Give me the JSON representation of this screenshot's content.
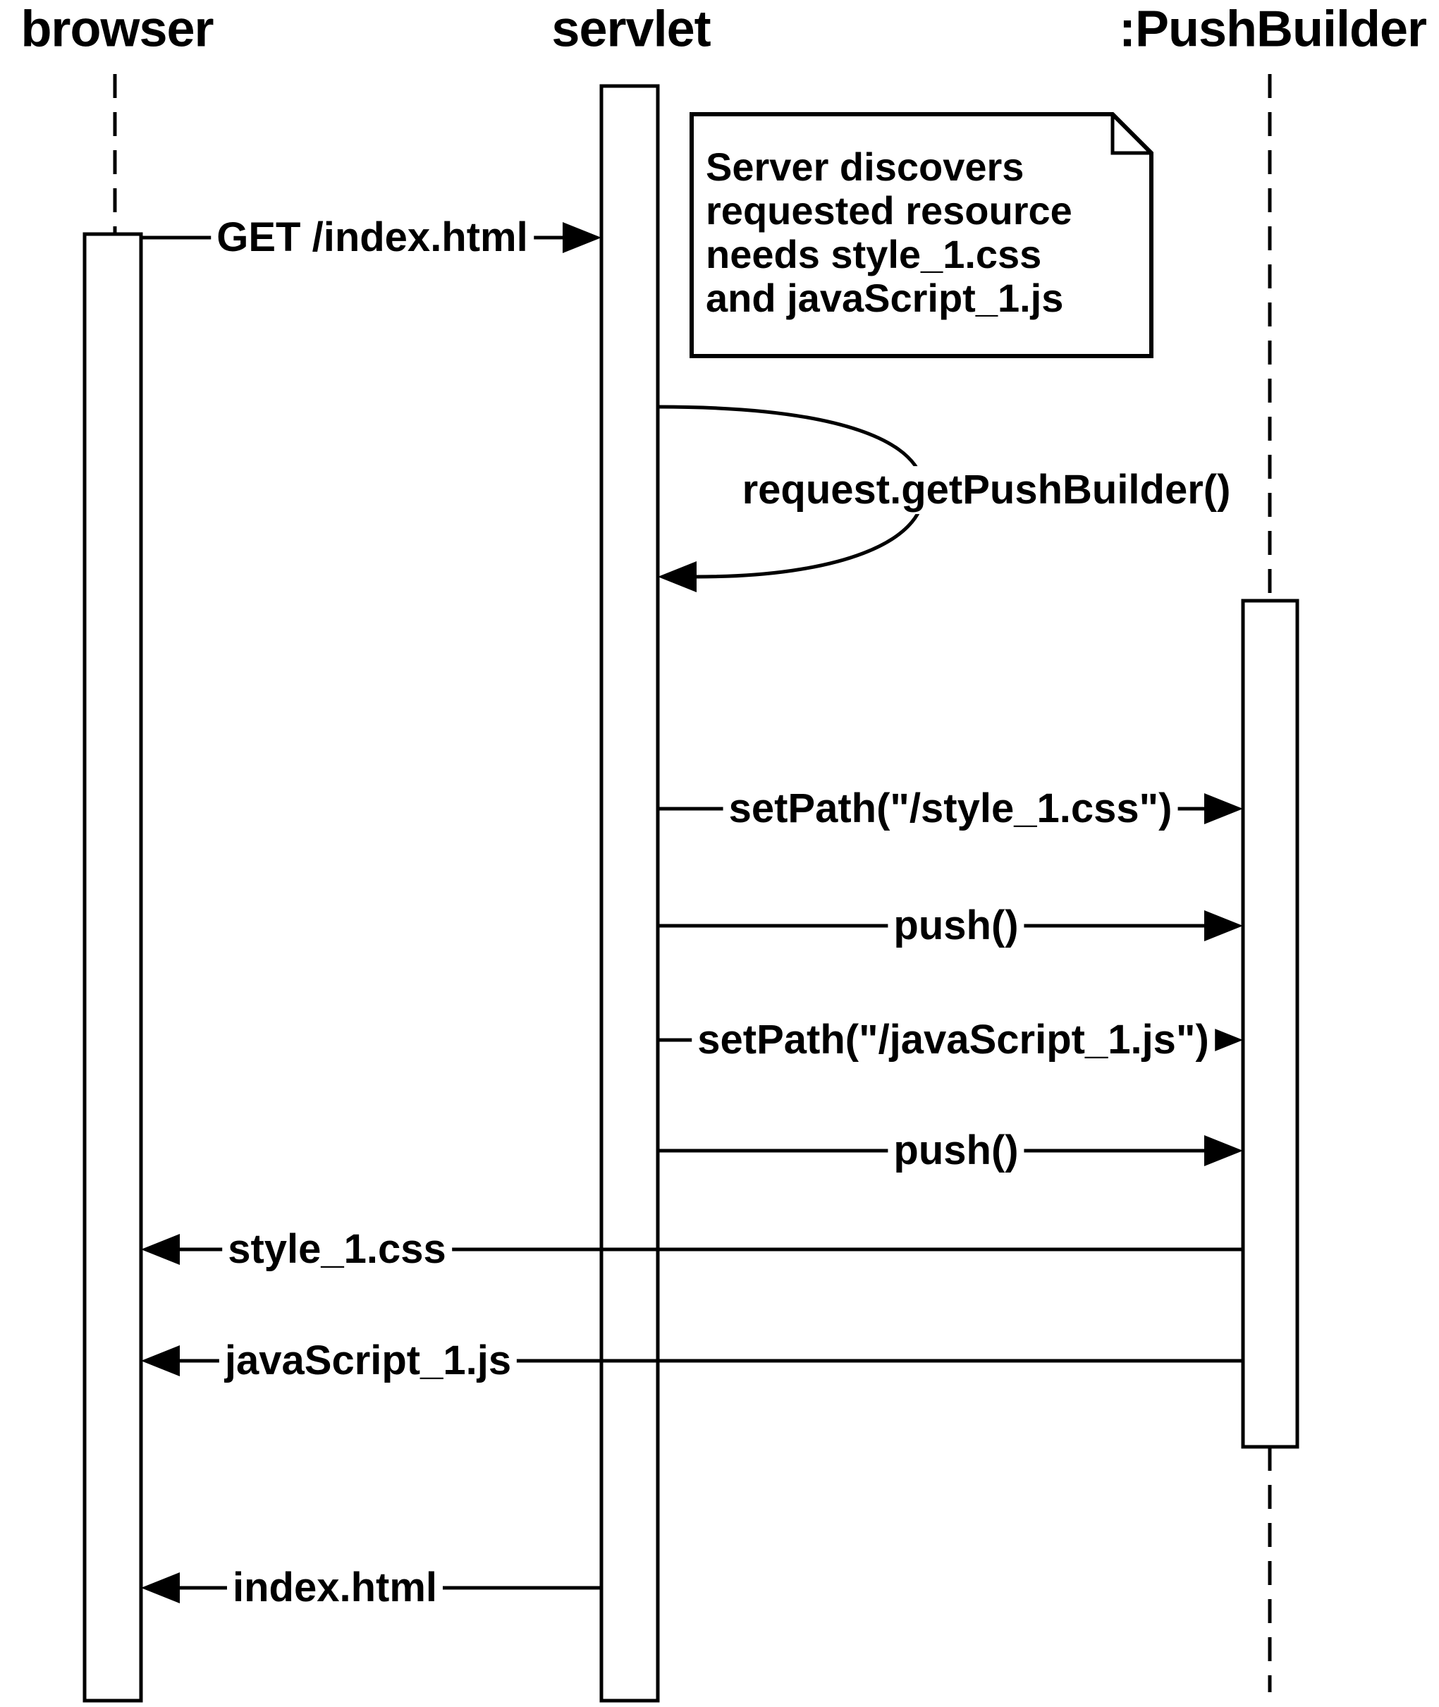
{
  "diagram": {
    "type": "uml-sequence-diagram",
    "background_color": "#ffffff",
    "line_color": "#000000"
  },
  "participants": [
    {
      "name": "browser"
    },
    {
      "name": "servlet"
    },
    {
      "name": ":PushBuilder"
    }
  ],
  "note": {
    "lines": [
      "Server discovers",
      "requested resource",
      "needs style_1.css",
      "and javaScript_1.js"
    ]
  },
  "messages": [
    {
      "label": "GET /index.html",
      "from": "browser",
      "to": "servlet",
      "type": "sync"
    },
    {
      "label": "request.getPushBuilder()",
      "from": "servlet",
      "to": "servlet",
      "type": "self"
    },
    {
      "label": "setPath(\"/style_1.css\")",
      "from": "servlet",
      "to": ":PushBuilder",
      "type": "sync"
    },
    {
      "label": "push()",
      "from": "servlet",
      "to": ":PushBuilder",
      "type": "sync"
    },
    {
      "label": "setPath(\"/javaScript_1.js\")",
      "from": "servlet",
      "to": ":PushBuilder",
      "type": "sync"
    },
    {
      "label": "push()",
      "from": "servlet",
      "to": ":PushBuilder",
      "type": "sync"
    },
    {
      "label": "style_1.css",
      "from": ":PushBuilder",
      "to": "browser",
      "type": "return"
    },
    {
      "label": "javaScript_1.js",
      "from": ":PushBuilder",
      "to": "browser",
      "type": "return"
    },
    {
      "label": "index.html",
      "from": "servlet",
      "to": "browser",
      "type": "return"
    }
  ]
}
